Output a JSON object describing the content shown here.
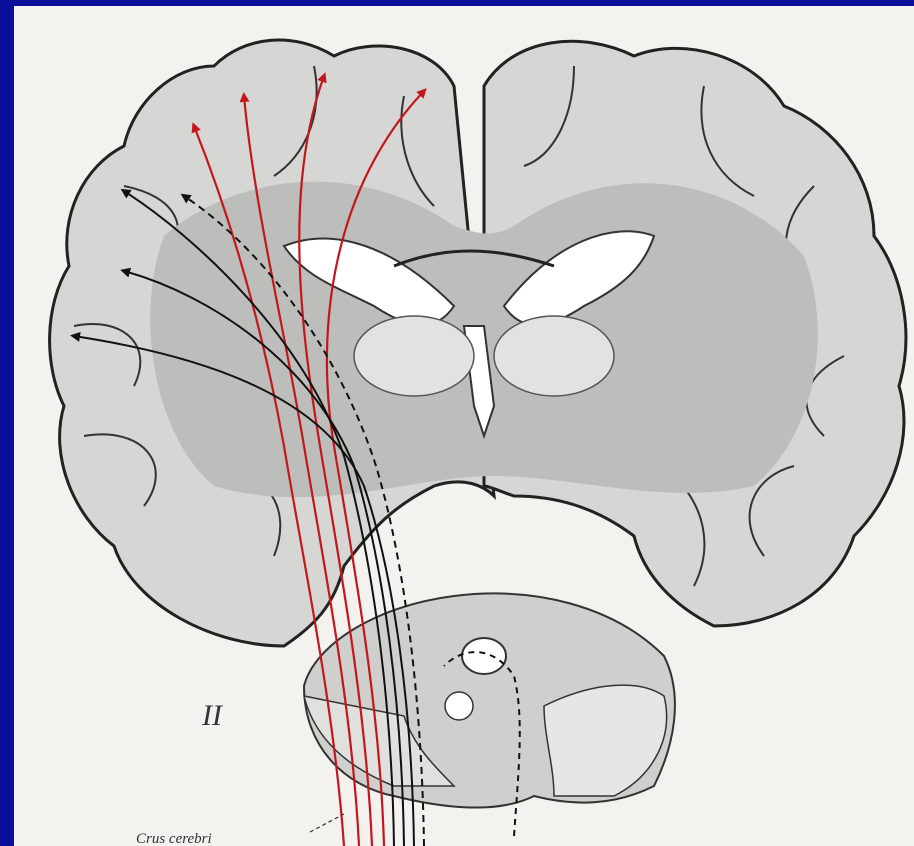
{
  "figure": {
    "section_label": "II",
    "annotation": "Crus cerebri",
    "colors": {
      "background": "#0a0f9a",
      "panel": "#f3f2ee",
      "cortex": "#d6d6d4",
      "white_matter": "#bdbdbb",
      "ventricle": "#ffffff",
      "red_tract": "#c4161c",
      "black_tract": "#111111"
    },
    "tracts": {
      "red_count": 4,
      "black_solid_count": 3,
      "black_dashed_count": 2
    }
  }
}
